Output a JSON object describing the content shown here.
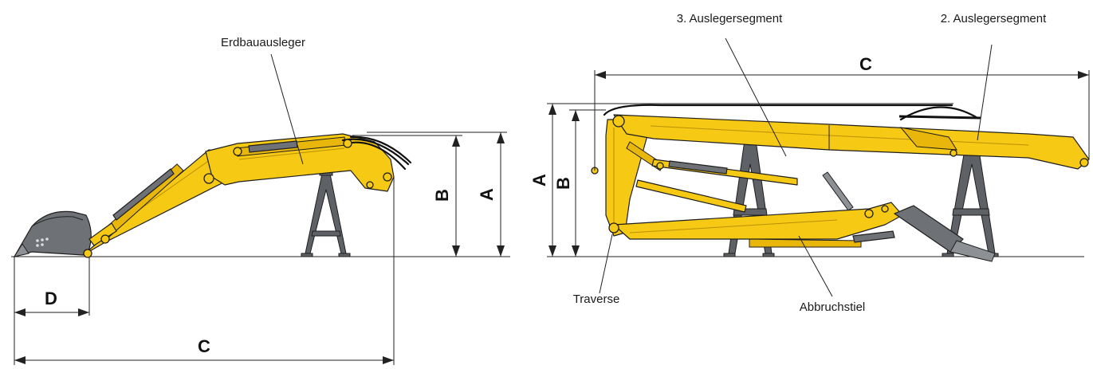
{
  "left_diagram": {
    "label_boom": "Erdbauausleger",
    "dim_a": "A",
    "dim_b": "B",
    "dim_c": "C",
    "dim_d": "D"
  },
  "right_diagram": {
    "label_segment_3": "3. Auslegersegment",
    "label_segment_2": "2. Auslegersegment",
    "label_traverse": "Traverse",
    "label_stick": "Abbruchstiel",
    "dim_a": "A",
    "dim_b": "B",
    "dim_c": "C"
  },
  "colors": {
    "boom_yellow": "#f6c915",
    "steel_grey": "#6e7175",
    "outline": "#1e1e1e"
  }
}
